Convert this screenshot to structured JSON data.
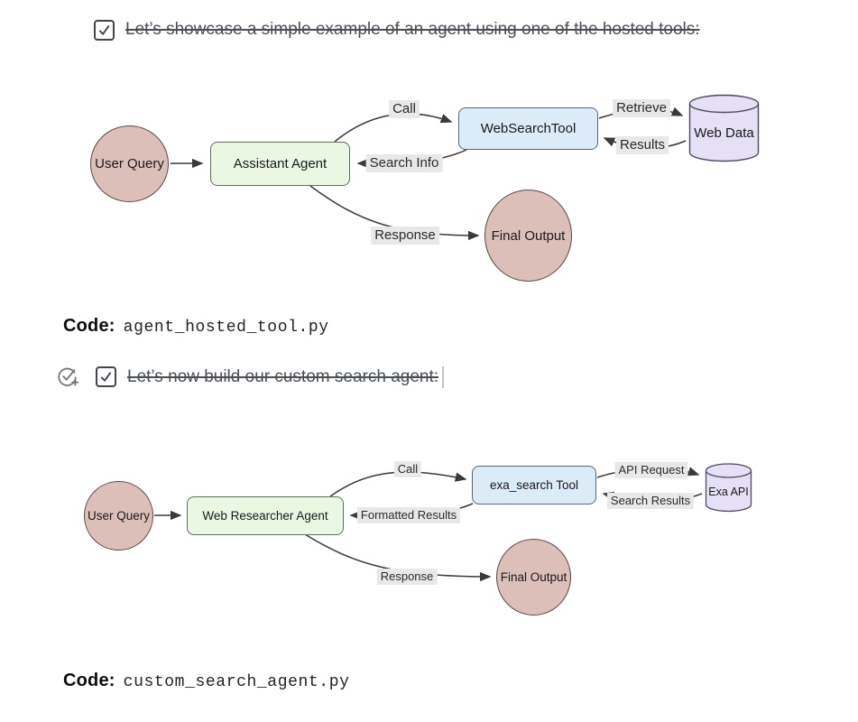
{
  "tasks": {
    "task1": {
      "label": "Let’s showcase a simple example of an agent using one of the hosted tools:",
      "checked": true
    },
    "task2": {
      "label": "Let’s now build our custom search agent:",
      "checked": true
    }
  },
  "code1": {
    "prefix": "Code:",
    "filename": "agent_hosted_tool.py"
  },
  "code2": {
    "prefix": "Code:",
    "filename": "custom_search_agent.py"
  },
  "diagram1": {
    "user_query": "User Query",
    "agent": "Assistant Agent",
    "tool": "WebSearchTool",
    "datastore": "Web Data",
    "final_output": "Final Output",
    "edge_call": "Call",
    "edge_search_info": "Search Info",
    "edge_retrieve": "Retrieve",
    "edge_results": "Results",
    "edge_response": "Response"
  },
  "diagram2": {
    "user_query": "User Query",
    "agent": "Web Researcher Agent",
    "tool": "exa_search Tool",
    "datastore": "Exa API",
    "final_output": "Final Output",
    "edge_call": "Call",
    "edge_formatted_results": "Formatted Results",
    "edge_api_request": "API Request",
    "edge_search_results": "Search Results",
    "edge_response": "Response"
  },
  "colors": {
    "circle_fill": "#ddbfba",
    "circle_stroke": "#5a4742",
    "agent_fill": "#e9f7e3",
    "tool_fill": "#dcebf8",
    "datastore_fill": "#e6e0f7",
    "datastore_stroke": "#4f4a5e",
    "edge_line": "#3a3a3a",
    "edge_label_bg": "#e8e8e8",
    "task_text": "#4a4f56"
  }
}
